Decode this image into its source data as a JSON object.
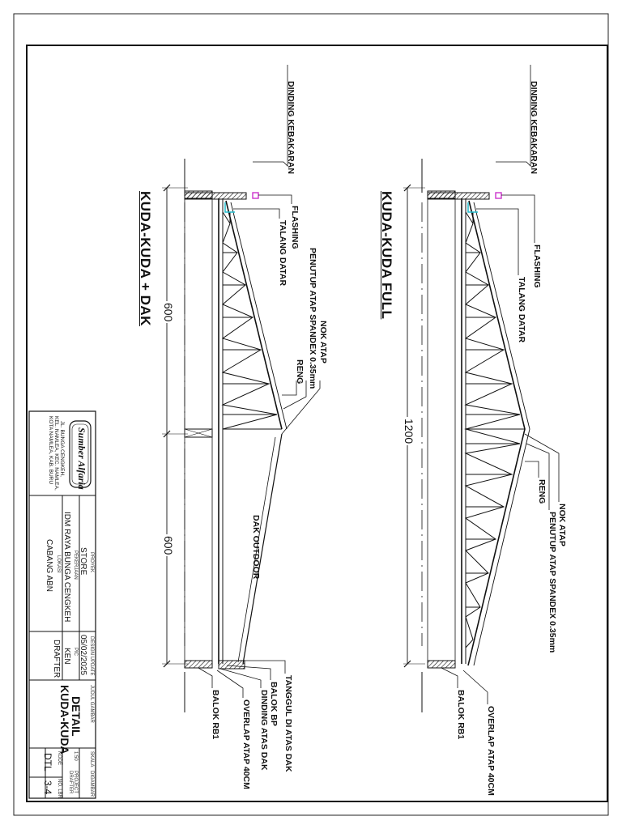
{
  "drawings": {
    "full": {
      "title": "KUDA-KUDA FULL",
      "dimension": "1200",
      "labels": {
        "dinding_kebakaran": "DINDING KEBAKARAN",
        "flashing": "FLASHING",
        "talang_datar": "TALANG DATAR",
        "nok_atap": "NOK ATAP",
        "penutup_atap": "PENUTUP ATAP SPANDEX 0.35mm",
        "reng": "RENG",
        "balok_rb1": "BALOK RB1",
        "overlap": "OVERLAP ATAP 40CM"
      }
    },
    "dak": {
      "title": "KUDA-KUDA + DAK",
      "dimension_left": "600",
      "dimension_right": "600",
      "labels": {
        "dinding_kebakaran": "DINDING KEBAKARAN",
        "flashing": "FLASHING",
        "talang_datar": "TALANG DATAR",
        "nok_atap": "NOK ATAP",
        "penutup_atap": "PENUTUP ATAP SPANDEX 0.35mm",
        "reng": "RENG",
        "dak_outdoor": "DAK OUTDOOR",
        "tanggul": "TANGGUL DI ATAS DAK",
        "balok_bp": "BALOK BP",
        "dinding_atas_dak": "DINDING ATAS DAK",
        "overlap": "OVERLAP ATAP 40CM",
        "balok_rb1": "BALOK RB1"
      }
    }
  },
  "title_block": {
    "logo_text": "Sumber Alfaria",
    "address": [
      "JL. BUNGA CENGKEH,",
      "KEL. NAMLEA, KEC. NAMLEA,",
      "KOTA NAMLEA, KAB. BURU"
    ],
    "proyek_label": "PROYEK",
    "proyek_value": "STORE",
    "pekerjaan_label": "PEKERJAAN",
    "pekerjaan_value": "IDM RAYA BUNGA CENGKEH",
    "lokasi_label": "LOKASI",
    "lokasi_value": "CABANG ABN",
    "design_update_label": "DESIGN UPDATE",
    "design_update_value": "05/02/2025",
    "pic_label": "PIC",
    "pic_value": "KEN",
    "drafter_value": "DRAFTER",
    "judul_label": "JUDUL GAMBAR",
    "judul_value_1": "DETAIL",
    "judul_value_2": "KUDA-KUDA",
    "skala_label": "SKALA",
    "skala_value": "1:50",
    "diambar_label": "DIGAMBAR",
    "diambar_value": "PROJECT DRAFTER",
    "kode_label": "KODE",
    "no_label": "NO. LBR",
    "kode_value": "DTL",
    "no_value": "3-4"
  },
  "colors": {
    "flashing": "#cc33cc",
    "talang": "#22bbcc",
    "line": "#111111"
  }
}
